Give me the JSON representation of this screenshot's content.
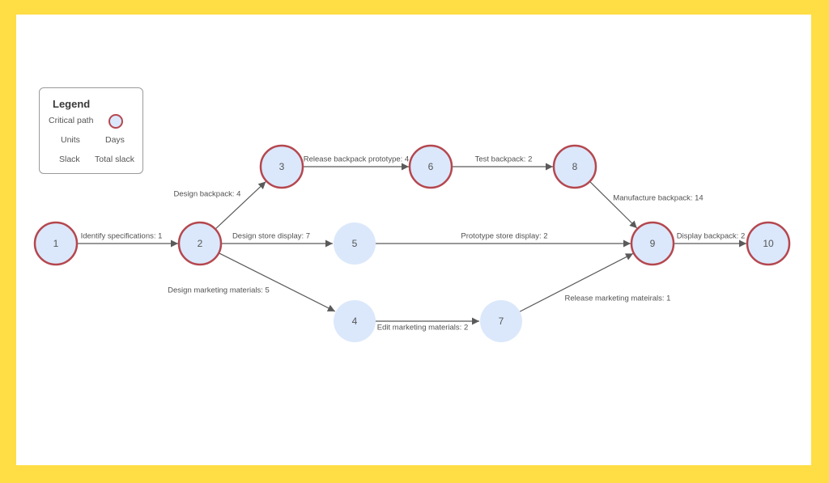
{
  "legend": {
    "title": "Legend",
    "critical_path": "Critical path",
    "units_label": "Units",
    "units_value": "Days",
    "slack_label": "Slack",
    "slack_value": "Total slack"
  },
  "colors": {
    "background_border": "#FFDD44",
    "node_fill": "#dbe8fb",
    "critical_stroke": "#b5474f",
    "edge": "#5a5a5a"
  },
  "nodes": [
    {
      "id": "1",
      "label": "1",
      "critical": true
    },
    {
      "id": "2",
      "label": "2",
      "critical": true
    },
    {
      "id": "3",
      "label": "3",
      "critical": true
    },
    {
      "id": "4",
      "label": "4",
      "critical": false
    },
    {
      "id": "5",
      "label": "5",
      "critical": false
    },
    {
      "id": "6",
      "label": "6",
      "critical": true
    },
    {
      "id": "7",
      "label": "7",
      "critical": false
    },
    {
      "id": "8",
      "label": "8",
      "critical": true
    },
    {
      "id": "9",
      "label": "9",
      "critical": true
    },
    {
      "id": "10",
      "label": "10",
      "critical": true
    }
  ],
  "edges": [
    {
      "from": "1",
      "to": "2",
      "label": "Identify specifications: 1"
    },
    {
      "from": "2",
      "to": "3",
      "label": "Design backpack: 4"
    },
    {
      "from": "2",
      "to": "5",
      "label": "Design store display: 7"
    },
    {
      "from": "2",
      "to": "4",
      "label": "Design marketing materials: 5"
    },
    {
      "from": "3",
      "to": "6",
      "label": "Release backpack prototype: 4"
    },
    {
      "from": "6",
      "to": "8",
      "label": "Test backpack: 2"
    },
    {
      "from": "8",
      "to": "9",
      "label": "Manufacture backpack: 14"
    },
    {
      "from": "5",
      "to": "9",
      "label": "Prototype store display: 2"
    },
    {
      "from": "4",
      "to": "7",
      "label": "Edit marketing materials: 2"
    },
    {
      "from": "7",
      "to": "9",
      "label": "Release marketing mateirals: 1"
    },
    {
      "from": "9",
      "to": "10",
      "label": "Display backpack: 2"
    }
  ]
}
